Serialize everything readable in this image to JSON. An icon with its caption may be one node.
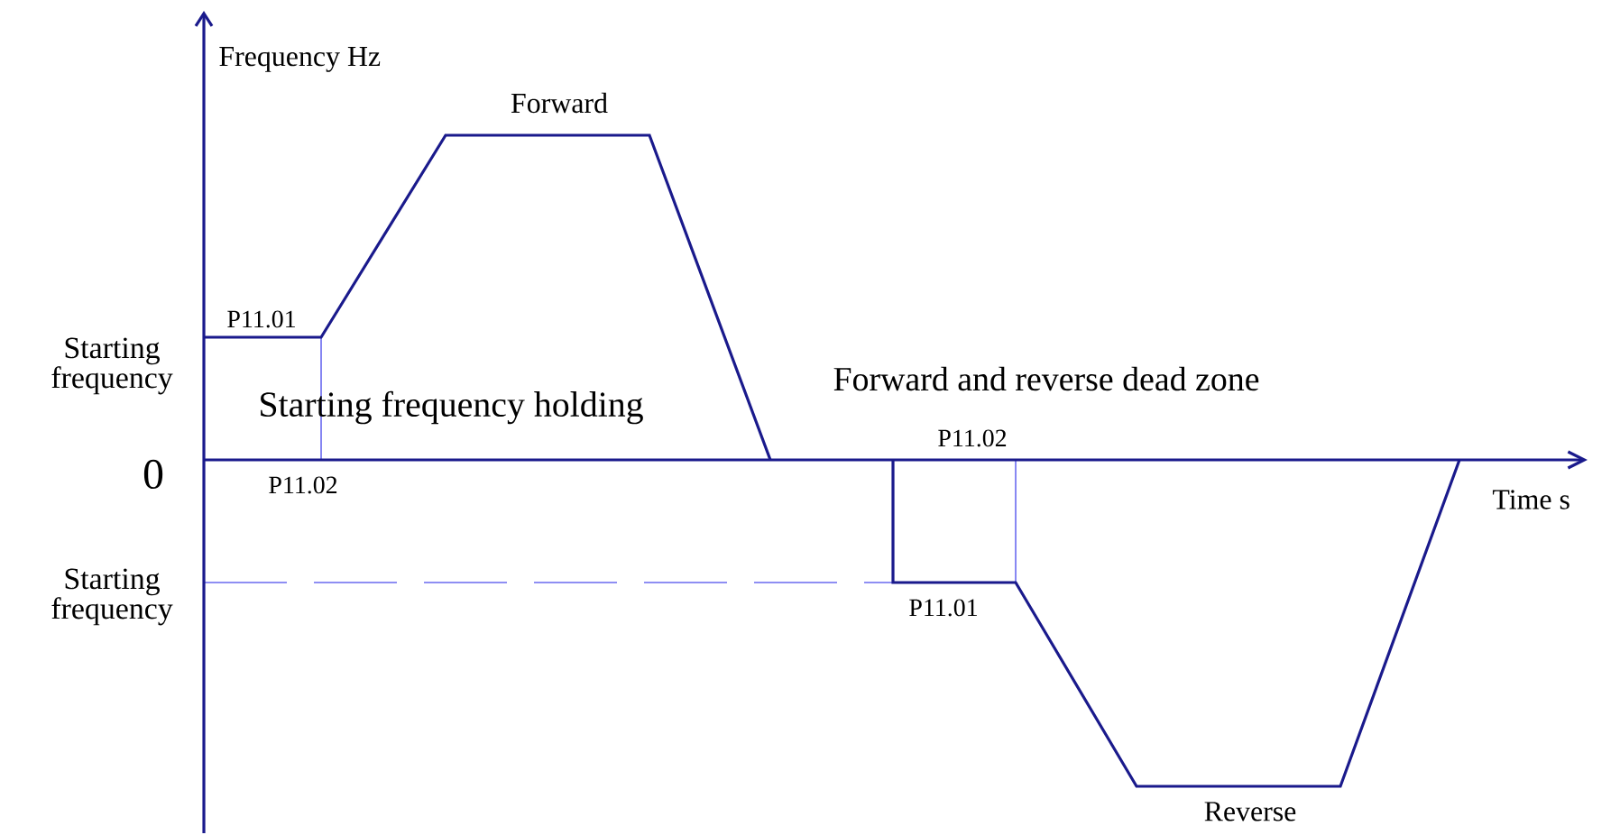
{
  "diagram": {
    "labels": [
      "Frequency Hz",
      "Forward",
      "P11.01",
      "Starting frequency",
      "Starting frequency holding",
      "Forward and reverse dead zone",
      "P11.02",
      "0",
      "P11.02",
      "Time s",
      "Starting frequency",
      "P11.01",
      "Reverse"
    ]
  }
}
